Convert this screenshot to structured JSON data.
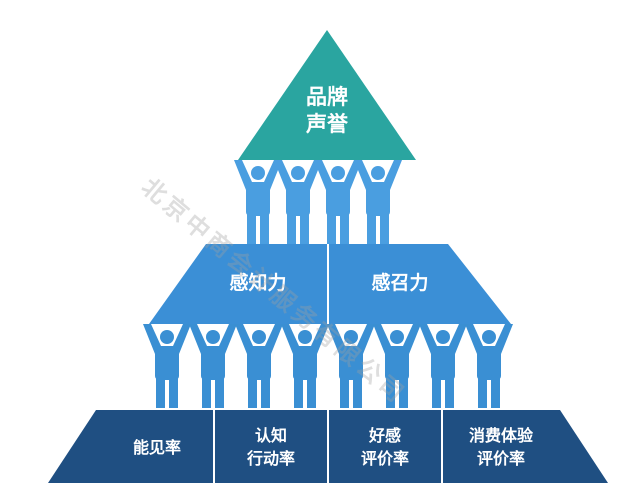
{
  "colors": {
    "apex": "#2aa5a0",
    "middle": "#3b8fd6",
    "base": "#1f4f82",
    "people_upper": "#4a9ee0",
    "people_lower": "#3a8fd3",
    "divider": "#ffffff"
  },
  "pyramid": {
    "apex": {
      "lines": [
        "品牌",
        "声誉"
      ]
    },
    "middle": [
      {
        "lines": [
          "感知力"
        ]
      },
      {
        "lines": [
          "感召力"
        ]
      }
    ],
    "base": [
      {
        "lines": [
          "能见率"
        ]
      },
      {
        "lines": [
          "认知",
          "行动率"
        ]
      },
      {
        "lines": [
          "好感",
          "评价率"
        ]
      },
      {
        "lines": [
          "消费体验",
          "评价率"
        ]
      }
    ]
  },
  "supporters": {
    "upper_count": 4,
    "lower_count": 8,
    "icon": "person-arms-raised-icon"
  },
  "watermark": "北京中商会计服务有限公司"
}
